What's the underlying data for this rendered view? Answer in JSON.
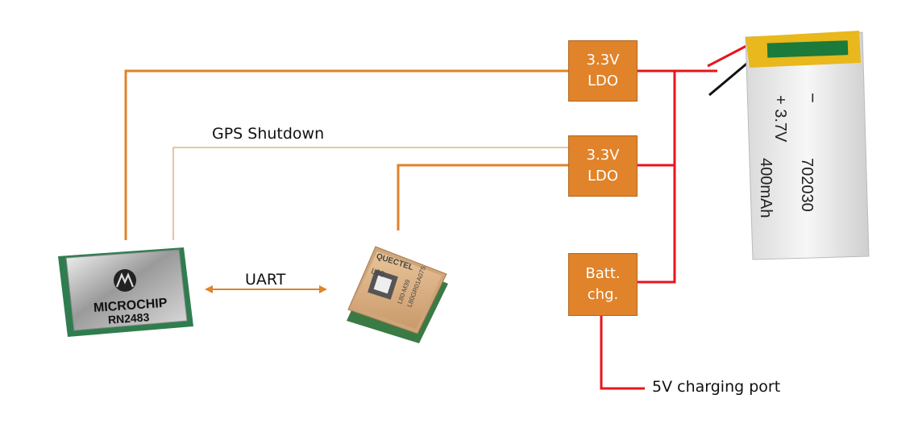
{
  "blocks": {
    "ldo1": {
      "line1": "3.3V",
      "line2": "LDO"
    },
    "ldo2": {
      "line1": "3.3V",
      "line2": "LDO"
    },
    "charger": {
      "line1": "Batt.",
      "line2": "chg."
    }
  },
  "labels": {
    "gps_shutdown": "GPS Shutdown",
    "uart": "UART",
    "charging_port": "5V charging port"
  },
  "components": {
    "lora_module": {
      "brand": "MICROCHIP",
      "model": "RN2483"
    },
    "gps_module": {
      "brand": "QUECTEL",
      "model": "L80",
      "code1": "L80-M39",
      "code2": "L80GR01A07S"
    },
    "battery": {
      "polarity_minus": "−",
      "voltage": "+ 3.7V",
      "capacity": "400mAh",
      "part": "702030"
    }
  },
  "colors": {
    "orange_wire": "#e0832a",
    "red_wire": "#e8141c",
    "box_fill": "#e0832a",
    "shutdown_wire": "#d9a66a"
  }
}
